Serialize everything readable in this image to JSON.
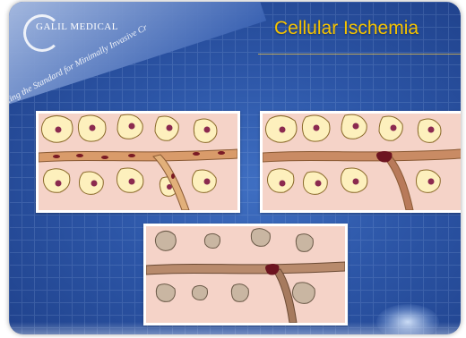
{
  "slide": {
    "title": "Cellular Ischemia",
    "brand": "GALIL MEDICAL",
    "tagline": "ting the Standard for Minimally Invasive Cr"
  },
  "panels": [
    {
      "label": "healthy-tissue"
    },
    {
      "label": "vessel-occlusion"
    },
    {
      "label": "ischemic-cells"
    }
  ],
  "colors": {
    "background": "#2c55a6",
    "title": "#f6c400",
    "panel": "#f5d3c8",
    "cell_healthy": "#fdf0bd",
    "cell_ischemic": "#c9b6a2",
    "nucleus": "#8b2a4f",
    "vessel": "#b7785a",
    "clot": "#6d1420"
  }
}
